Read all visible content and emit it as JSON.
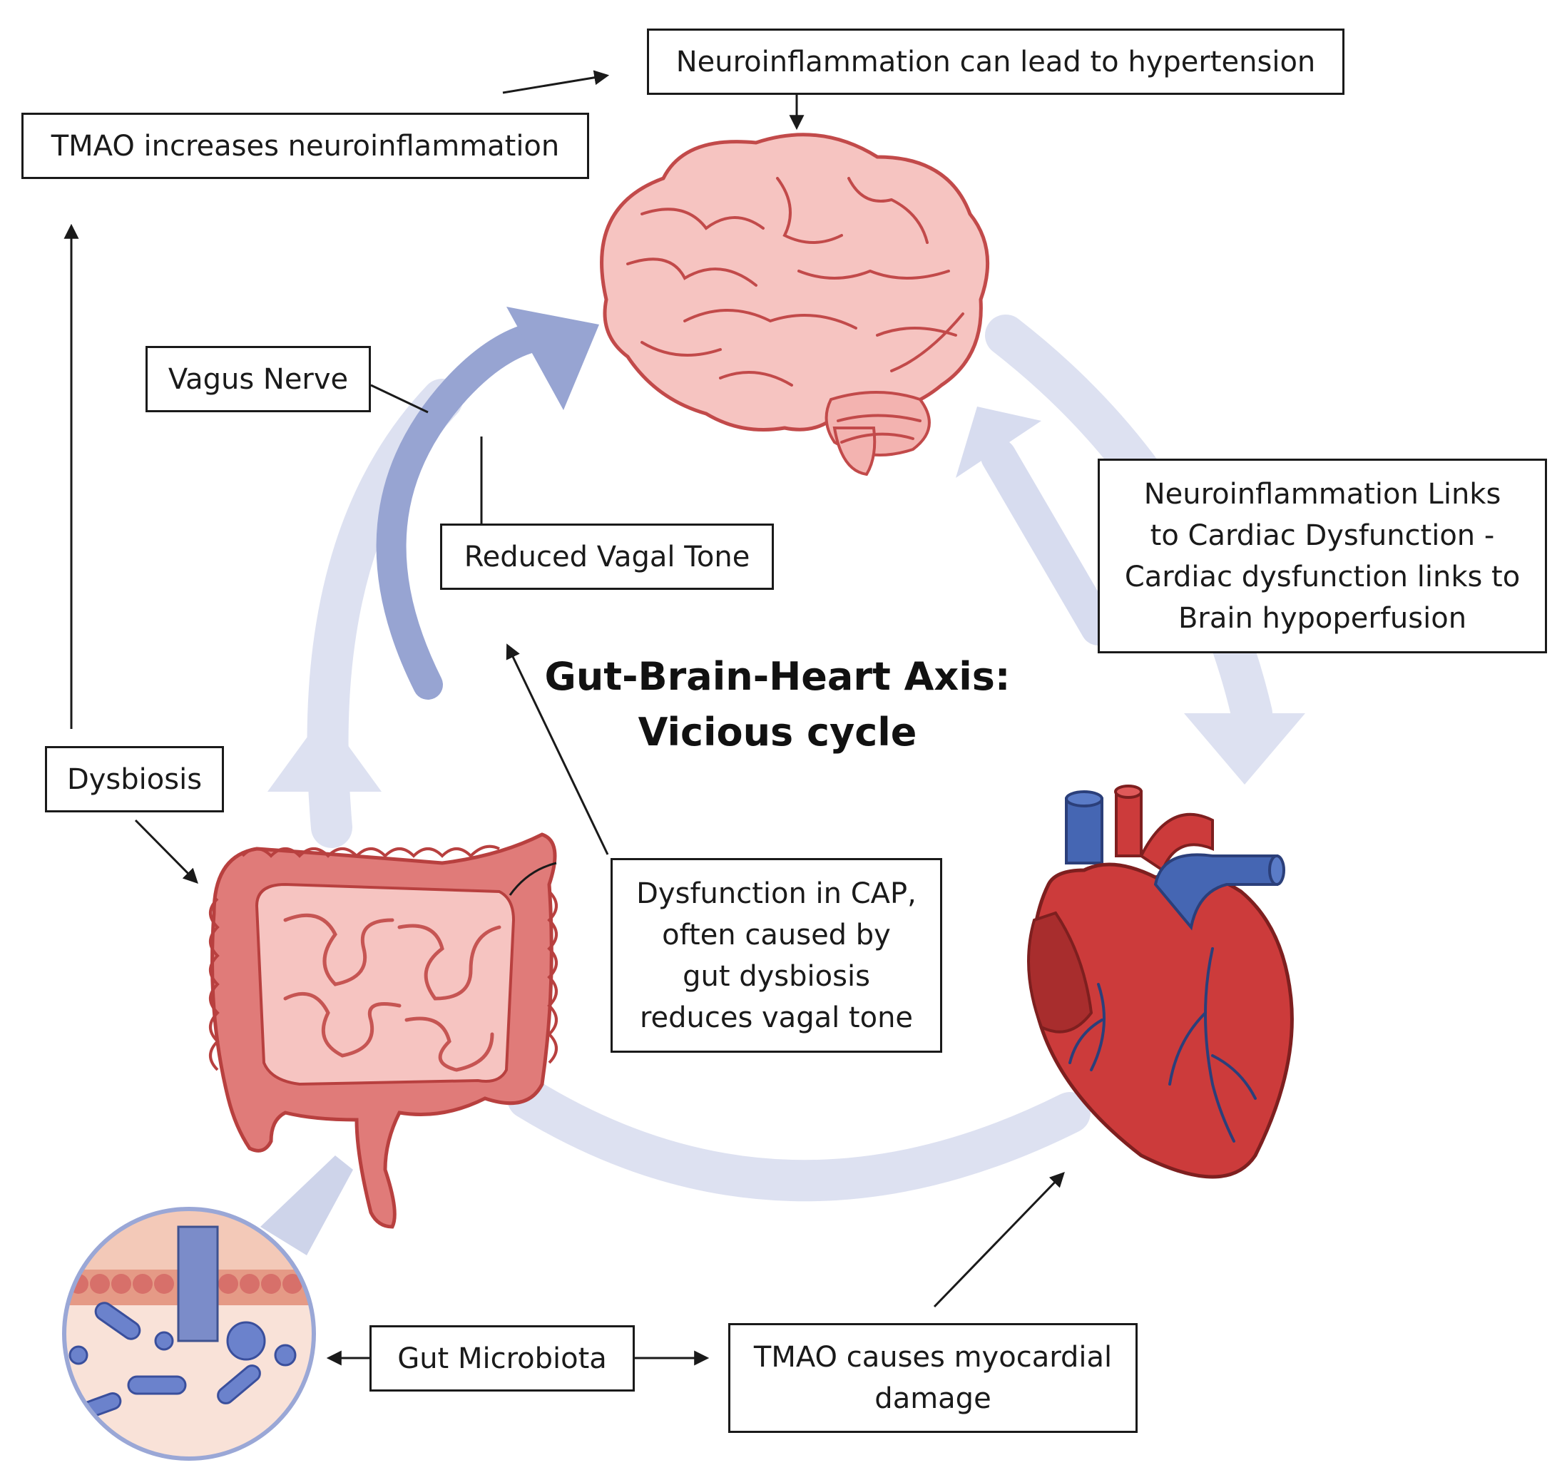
{
  "title": {
    "line1": "Gut-Brain-Heart Axis:",
    "line2": "Vicious cycle"
  },
  "labels": {
    "neuroinflammation_hypertension": "Neuroinflammation can lead to hypertension",
    "tmao_neuroinflammation": "TMAO increases neuroinflammation",
    "vagus_nerve": "Vagus Nerve",
    "reduced_vagal_tone": "Reduced Vagal Tone",
    "dysbiosis": "Dysbiosis",
    "brain_heart_link": {
      "line1": "Neuroinflammation Links",
      "line2": "to Cardiac Dysfunction -",
      "line3": "Cardiac dysfunction links to",
      "line4": "Brain hypoperfusion"
    },
    "cap_dysfunction": {
      "line1": "Dysfunction in CAP,",
      "line2": "often caused by",
      "line3": "gut dysbiosis",
      "line4": "reduces vagal tone"
    },
    "gut_microbiota": "Gut Microbiota",
    "tmao_myocardial": {
      "line1": "TMAO causes myocardial",
      "line2": "damage"
    }
  },
  "colors": {
    "cycle_arrow": "#d7dcef",
    "vagus_arrow": "#97a4d2",
    "organ_red": "#e07b79",
    "organ_light": "#f6c4c1",
    "organ_dark": "#b8403f",
    "heart_red": "#cc3b3b",
    "heart_blue": "#4566b3",
    "box_border": "#1a1a1a"
  },
  "icons": {
    "brain": "brain-icon",
    "heart": "heart-icon",
    "intestine": "intestine-icon",
    "gut_wall": "gut-wall-magnifier-icon"
  }
}
